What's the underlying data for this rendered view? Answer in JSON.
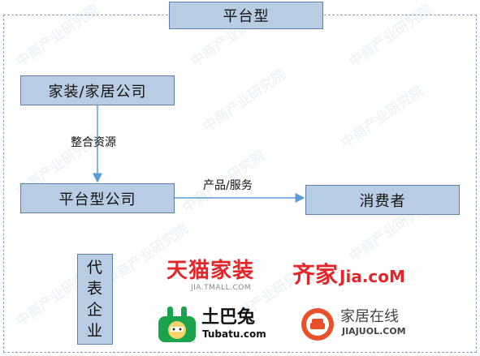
{
  "title": "平台型",
  "nodes": {
    "home_company": "家装/家居公司",
    "platform_company": "平台型公司",
    "consumer": "消费者",
    "representative": [
      "代",
      "表",
      "企",
      "业"
    ]
  },
  "edges": {
    "integrate": "整合资源",
    "product_service": "产品/服务"
  },
  "logos": {
    "tmall_main": "天猫家装",
    "tmall_sub": "JIA.TMALL.COM",
    "qijia_cn": "齐家",
    "qijia_en": "Jia.coM",
    "tubatu_main": "土巴兔",
    "tubatu_sub": "Tubatu.com",
    "jiajuol_main": "家居在线",
    "jiajuol_sub": "JIAJUOL.COM"
  },
  "watermark": "中商产业研究院",
  "colors": {
    "node_fill": "#b8cce4",
    "node_border": "#5f7fa6",
    "arrow": "#5b9bd5",
    "tmall_red": "#e4262b",
    "tubatu_green": "#1aa34a",
    "jiajuol_orange": "#e8502a"
  }
}
